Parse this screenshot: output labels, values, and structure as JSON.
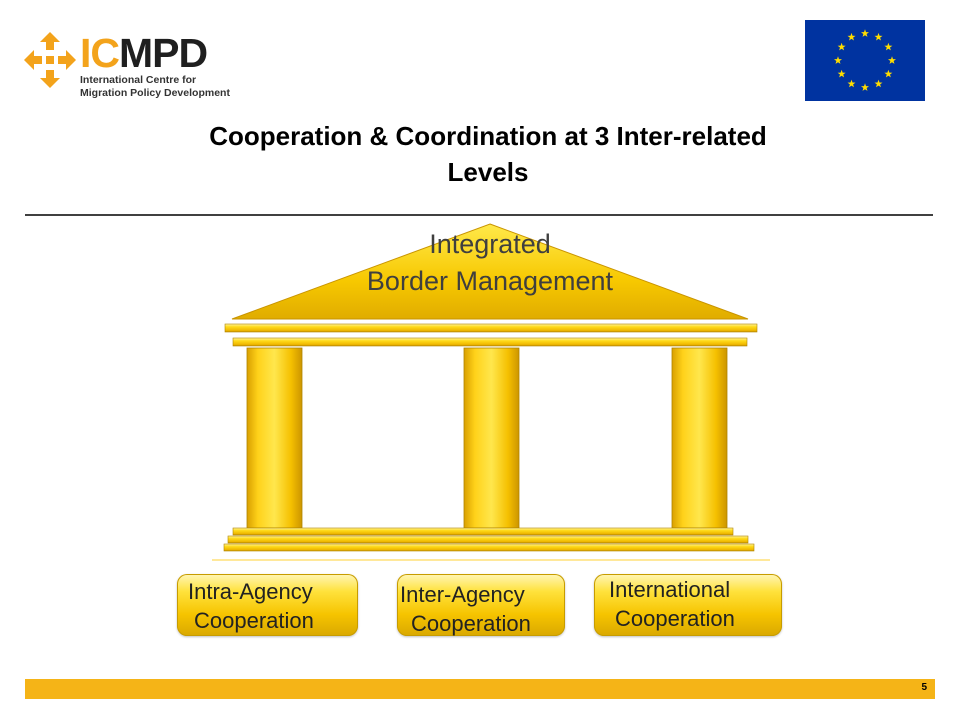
{
  "logo": {
    "acronym_accent": "IC",
    "acronym_rest": "MPD",
    "line1": "International Centre for",
    "line2": "Migration Policy Development"
  },
  "slide": {
    "title_line1": "Cooperation & Coordination at 3 Inter-related",
    "title_line2": "Levels"
  },
  "temple": {
    "pediment_line1": "Integrated",
    "pediment_line2": "Border Management",
    "pillars": [
      {
        "line1": "Intra-Agency",
        "line2": "Cooperation"
      },
      {
        "line1": "Inter-Agency",
        "line2": "Cooperation"
      },
      {
        "line1": "International",
        "line2": "Cooperation"
      }
    ]
  },
  "footer": {
    "page_number": "5"
  },
  "colors": {
    "gold": "#f6c400",
    "gold_light": "#ffe23c",
    "footer_bar": "#f5b417",
    "logo_orange": "#f3a31b",
    "eu_blue": "#0033a0",
    "eu_star": "#ffdd00"
  }
}
